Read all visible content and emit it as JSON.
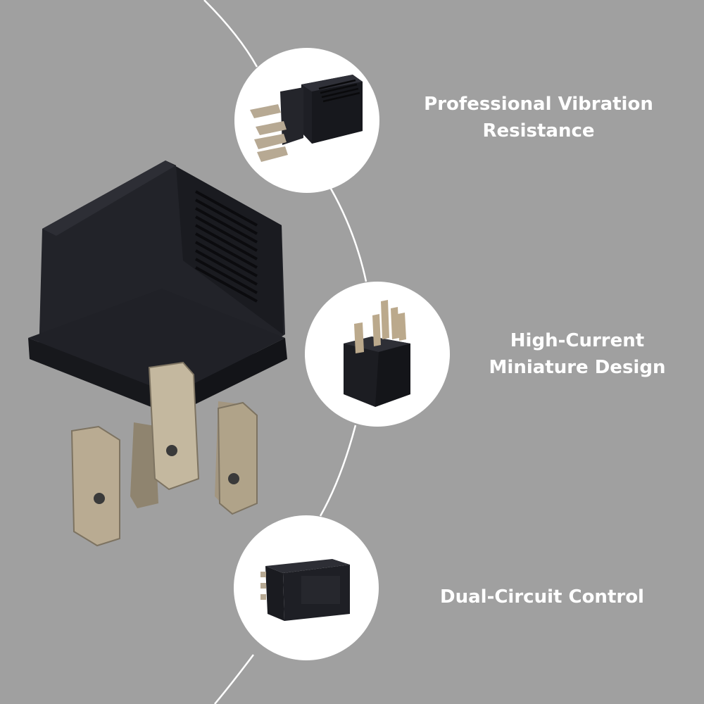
{
  "colors": {
    "background": "#a0a0a0",
    "label_text": "#ffffff",
    "circle_fill": "#ffffff",
    "relay_body": "#1c1d22",
    "terminal_metal": "#b9ab92"
  },
  "features": [
    {
      "lines": [
        "Professional Vibration",
        "Resistance"
      ],
      "icon": "relay-side-view-icon"
    },
    {
      "lines": [
        "High-Current",
        "Miniature Design"
      ],
      "icon": "relay-pins-up-icon"
    },
    {
      "lines": [
        "Dual-Circuit Control"
      ],
      "icon": "relay-flat-view-icon"
    }
  ],
  "main_image": {
    "icon": "automotive-relay-icon"
  }
}
